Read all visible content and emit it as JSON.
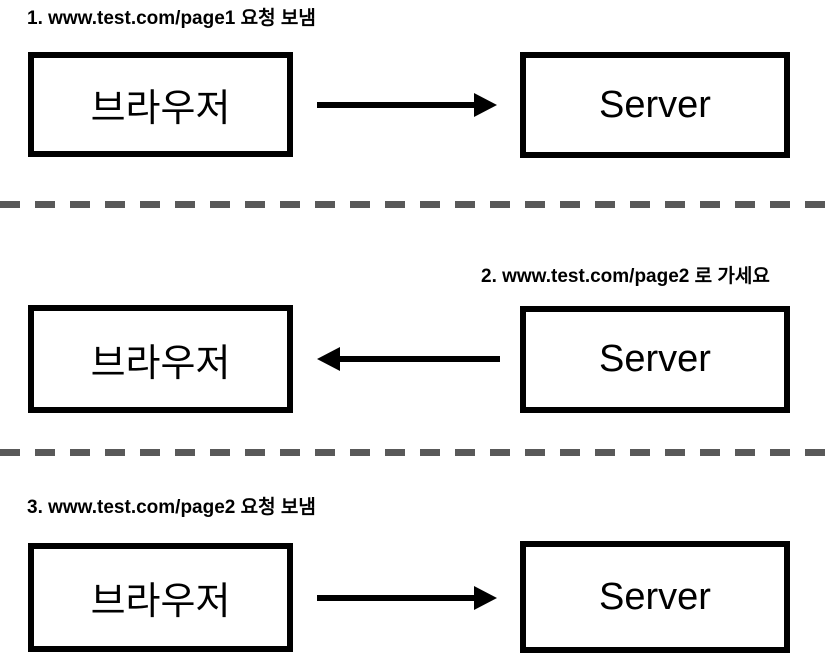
{
  "title": "Browser-Server redirect flow diagram",
  "sections": [
    {
      "step": "1",
      "label": "1. www.test.com/page1 요청 보냄",
      "browser_label": "브라우저",
      "server_label": "Server",
      "arrow_direction": "right"
    },
    {
      "step": "2",
      "label": "2. www.test.com/page2 로 가세요",
      "browser_label": "브라우저",
      "server_label": "Server",
      "arrow_direction": "left"
    },
    {
      "step": "3",
      "label": "3. www.test.com/page2 요청 보냄",
      "browser_label": "브라우저",
      "server_label": "Server",
      "arrow_direction": "right"
    }
  ],
  "colors": {
    "background": "#ffffff",
    "box_border": "#000000",
    "arrow": "#000000",
    "text": "#000000",
    "divider": "#595959"
  }
}
